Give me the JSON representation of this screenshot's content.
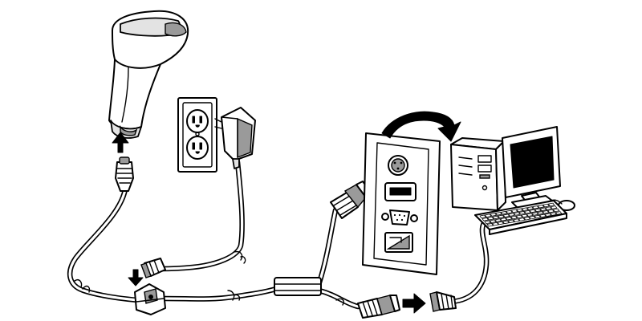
{
  "diagram": {
    "kind": "connection-illustration",
    "components": [
      {
        "name": "handheld-barcode-scanner",
        "icon": "scanner-icon"
      },
      {
        "name": "wall-outlet",
        "icon": "outlet-icon"
      },
      {
        "name": "power-adapter",
        "icon": "power-adapter-icon"
      },
      {
        "name": "pc-rear-io-panel",
        "icon": "io-panel-icon"
      },
      {
        "name": "desktop-computer",
        "icon": "computer-icon"
      },
      {
        "name": "keyboard",
        "icon": "keyboard-icon"
      },
      {
        "name": "ps2-y-cable",
        "icon": "cable-icon"
      }
    ],
    "arrows": [
      {
        "name": "scanner-connect-arrow",
        "direction": "up"
      },
      {
        "name": "power-jack-arrow",
        "direction": "down"
      },
      {
        "name": "ps2-port-arrow",
        "direction": "right"
      },
      {
        "name": "keyboard-connect-arrow",
        "direction": "right"
      },
      {
        "name": "rotate-to-back-arrow",
        "direction": "clockwise"
      }
    ],
    "colors": {
      "line": "#000000",
      "fill": "#ffffff",
      "shade": "#9a9a9a"
    }
  }
}
